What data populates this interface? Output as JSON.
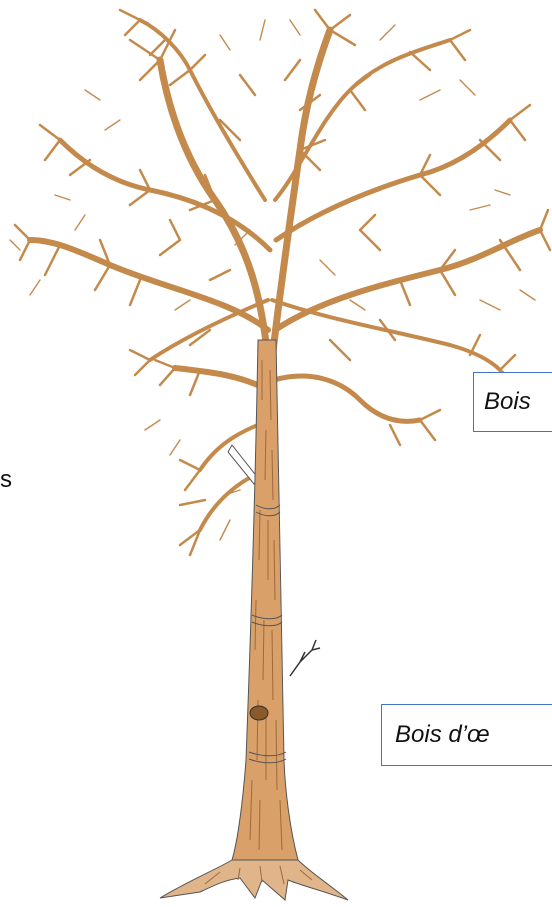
{
  "labels": {
    "upper_wood": "Bois",
    "heartwood": "Bois d’œ",
    "cut_letter": "s"
  },
  "colors": {
    "wood": "#c48a4c",
    "outline": "#555555",
    "box_border": "#4472c4"
  }
}
